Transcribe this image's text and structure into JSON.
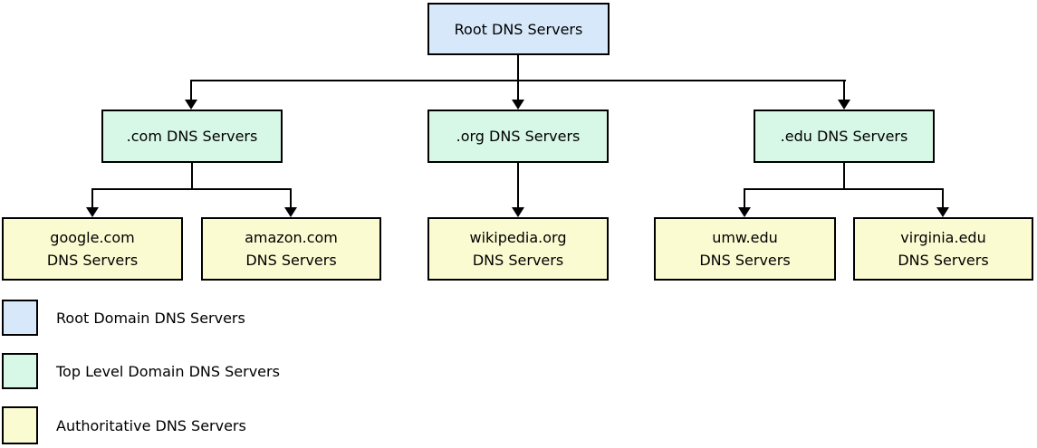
{
  "nodes": {
    "root": {
      "label": "Root DNS Servers"
    },
    "com": {
      "label": ".com DNS Servers"
    },
    "org": {
      "label": ".org DNS Servers"
    },
    "edu": {
      "label": ".edu DNS Servers"
    },
    "google": {
      "line1": "google.com",
      "line2": "DNS Servers"
    },
    "amazon": {
      "line1": "amazon.com",
      "line2": "DNS Servers"
    },
    "wikipedia": {
      "line1": "wikipedia.org",
      "line2": "DNS Servers"
    },
    "umw": {
      "line1": "umw.edu",
      "line2": "DNS Servers"
    },
    "virginia": {
      "line1": "virginia.edu",
      "line2": "DNS Servers"
    }
  },
  "edges": [
    {
      "from": "Root DNS Servers",
      "to": ".com DNS Servers"
    },
    {
      "from": "Root DNS Servers",
      "to": ".org DNS Servers"
    },
    {
      "from": "Root DNS Servers",
      "to": ".edu DNS Servers"
    },
    {
      "from": ".com DNS Servers",
      "to": "google.com DNS Servers"
    },
    {
      "from": ".com DNS Servers",
      "to": "amazon.com DNS Servers"
    },
    {
      "from": ".org DNS Servers",
      "to": "wikipedia.org DNS Servers"
    },
    {
      "from": ".edu DNS Servers",
      "to": "umw.edu DNS Servers"
    },
    {
      "from": ".edu DNS Servers",
      "to": "virginia.edu DNS Servers"
    }
  ],
  "legend": {
    "items": [
      {
        "label": "Root Domain DNS Servers",
        "color": "#d6e8fa"
      },
      {
        "label": "Top Level Domain DNS Servers",
        "color": "#d7f7e7"
      },
      {
        "label": "Authoritative DNS Servers",
        "color": "#fbfbd2"
      }
    ]
  },
  "colors": {
    "root_fill": "#d6e8fa",
    "tld_fill": "#d7f7e7",
    "authoritative_fill": "#fbfbd2",
    "border": "#000000",
    "line": "#000000",
    "background": "#ffffff"
  }
}
